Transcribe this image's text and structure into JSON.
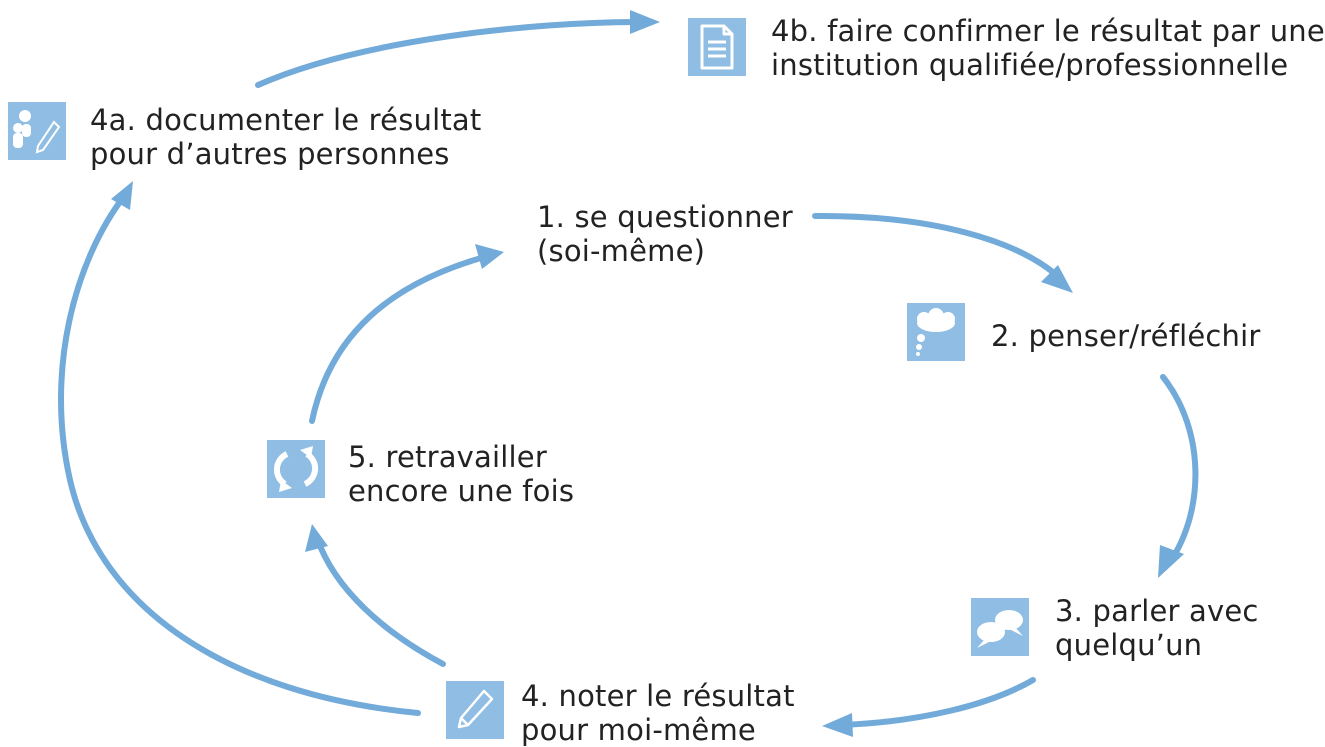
{
  "diagram": {
    "nodes": [
      {
        "id": "step1",
        "lines": [
          "1. se questionner",
          "(soi-même)"
        ]
      },
      {
        "id": "step2",
        "icon": "thought-bubble-icon",
        "lines": [
          "2. penser/réfléchir"
        ]
      },
      {
        "id": "step3",
        "icon": "speech-bubbles-icon",
        "lines": [
          "3. parler avec",
          "quelqu’un"
        ]
      },
      {
        "id": "step4",
        "icon": "pencil-icon",
        "lines": [
          "4. noter le résultat",
          "pour moi-même"
        ]
      },
      {
        "id": "step5",
        "icon": "refresh-icon",
        "lines": [
          "5. retravailler",
          "encore une fois"
        ]
      },
      {
        "id": "step4a",
        "icon": "people-writing-icon",
        "lines": [
          "4a. documenter le résultat",
          "pour d’autres personnes"
        ]
      },
      {
        "id": "step4b",
        "icon": "document-icon",
        "lines": [
          "4b. faire confirmer le résultat par une",
          "institution qualifiée/professionnelle"
        ]
      }
    ],
    "edges": [
      {
        "from": "step1",
        "to": "step2"
      },
      {
        "from": "step2",
        "to": "step3"
      },
      {
        "from": "step3",
        "to": "step4"
      },
      {
        "from": "step4",
        "to": "step5"
      },
      {
        "from": "step5",
        "to": "step1"
      },
      {
        "from": "step4",
        "to": "step4a"
      },
      {
        "from": "step4a",
        "to": "step4b"
      }
    ],
    "colors": {
      "arrow": "#72aad9",
      "icon_bg": "#8fbde3",
      "icon_fg": "#ffffff",
      "text": "#222222"
    }
  }
}
